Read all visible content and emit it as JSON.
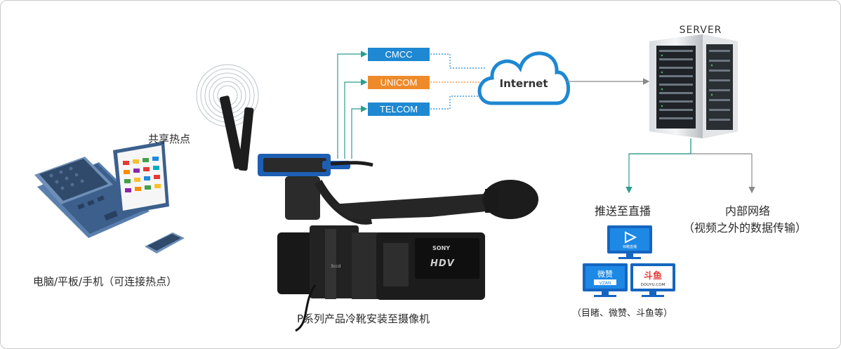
{
  "labels": {
    "hotspot": "共享热点",
    "devices": "电脑/平板/手机（可连接热点）",
    "camera": "P系列产品冷靴安装至摄像机",
    "server": "SERVER",
    "internet": "Internet",
    "push_live": "推送至直播",
    "internal_line1": "内部网络",
    "internal_line2": "（视频之外的数据传输）",
    "platforms": "（目睹、微赞、斗鱼等）"
  },
  "carriers": [
    {
      "name": "CMCC",
      "color": "#1e88d2"
    },
    {
      "name": "UNICOM",
      "color": "#ee8a2a"
    },
    {
      "name": "TELCOM",
      "color": "#1e88d2"
    }
  ],
  "camera_brand": {
    "maker": "SONY",
    "model": "HDV"
  },
  "logos": {
    "mudu": "目睹直播",
    "vzan_cn": "微赞",
    "vzan_en": "VZAN",
    "douyu_cn": "斗鱼",
    "douyu_en": "DOUYU.COM"
  },
  "colors": {
    "teal_line": "#2a9d8f",
    "orange_line": "#ee8a2a",
    "blue_line": "#1e88d2",
    "cloud": "#1e88d2",
    "arrow_gray": "#8a8a8a",
    "device_blue": "#5a7fae"
  }
}
